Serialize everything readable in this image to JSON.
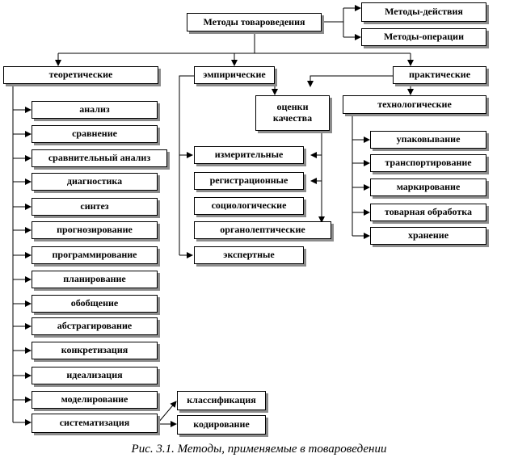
{
  "root": "Методы товароведения",
  "top_right": [
    "Методы-действия",
    "Методы-операции"
  ],
  "groups": {
    "theoretical": "теоретические",
    "empirical": "эмпирические",
    "practical": "практические",
    "quality": "оценки качества",
    "technological": "технологические"
  },
  "theoretical_items": [
    "анализ",
    "сравнение",
    "сравнительный анализ",
    "диагностика",
    "синтез",
    "прогнозирование",
    "программирование",
    "планирование",
    "обобщение",
    "абстрагирование",
    "конкретизация",
    "идеализация",
    "моделирование",
    "систематизация"
  ],
  "systematization_items": [
    "классификация",
    "кодирование"
  ],
  "empirical_items": [
    "измерительные",
    "регистрационные",
    "социологические",
    "органолептические",
    "экспертные"
  ],
  "technological_items": [
    "упаковывание",
    "транспортирование",
    "маркирование",
    "товарная обработка",
    "хранение"
  ],
  "caption": "Рис. 3.1. Методы, применяемые в товароведении"
}
